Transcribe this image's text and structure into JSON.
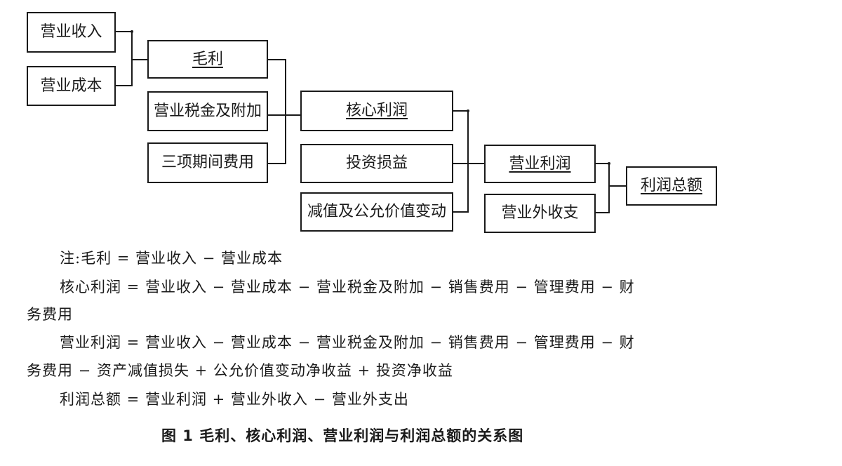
{
  "nodes": {
    "revenue": "营业收入",
    "cost": "营业成本",
    "gross_profit": "毛利",
    "tax_surcharge": "营业税金及附加",
    "period_expenses": "三项期间费用",
    "core_profit": "核心利润",
    "investment_gain": "投资损益",
    "impairment_fv": "减值及公允价值变动",
    "operating_profit": "营业利润",
    "non_operating": "营业外收支",
    "total_profit": "利润总额"
  },
  "notes": {
    "line1": "注:毛利 = 营业收入 − 营业成本",
    "line2a": "核心利润 = 营业收入 − 营业成本 − 营业税金及附加 − 销售费用 − 管理费用 − 财",
    "line2b": "务费用",
    "line3a": "营业利润 = 营业收入 − 营业成本 − 营业税金及附加 − 销售费用 − 管理费用 − 财",
    "line3b": "务费用 − 资产减值损失 + 公允价值变动净收益 + 投资净收益",
    "line4": "利润总额 = 营业利润 + 营业外收入 − 营业外支出"
  },
  "caption": "图 1   毛利、核心利润、营业利润与利润总额的关系图"
}
